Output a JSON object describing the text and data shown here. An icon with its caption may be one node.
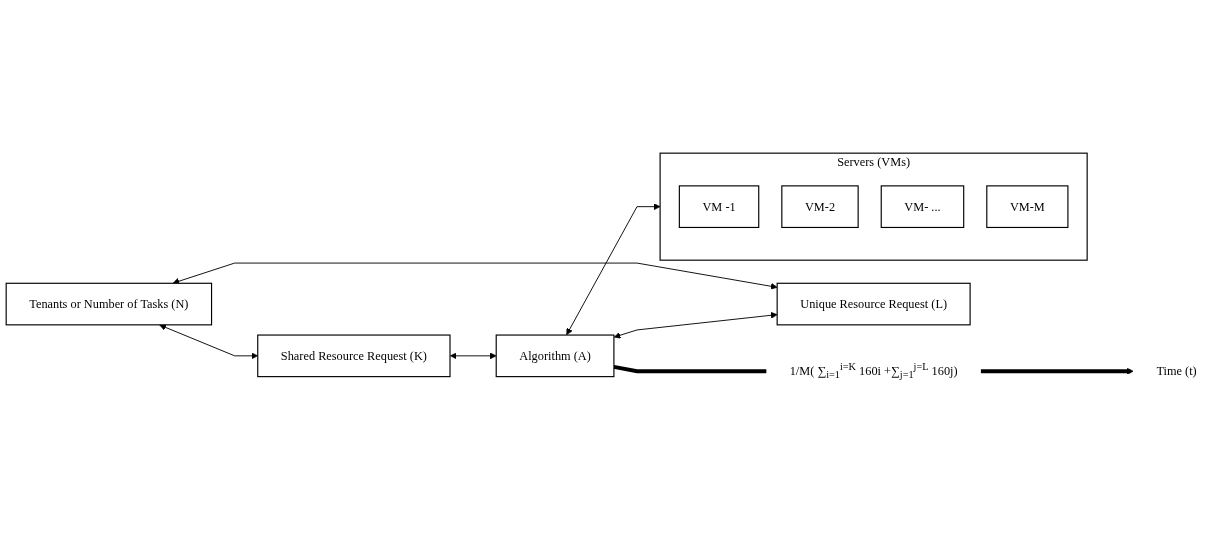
{
  "diagram": {
    "nodes": [
      {
        "text": [
          "Servers (VMs)"
        ]
      },
      {
        "text": [
          "VM -1"
        ],
        "in": 0
      },
      {
        "text": [
          "VM-2"
        ],
        "in": 0
      },
      {
        "text": [
          "VM- ..."
        ],
        "in": 0
      },
      {
        "text": [
          "VM-M"
        ],
        "in": 0
      },
      {
        "text": [
          "Shared Resource Request (K)"
        ]
      },
      {
        "text": [
          "Tenants or Number of Tasks (N)"
        ]
      },
      {
        "text": [
          "Algorithm (A)"
        ]
      },
      {
        "text": [
          "Unique Resource Request (L)"
        ]
      },
      {
        "text": [
          "1/M( ∑$_{i=1}$$^{i=K}$ 160i +∑$_{j=1}$$^{j=L}$ 160j)"
        ]
      },
      {
        "text": [
          "Time (t)"
        ]
      }
    ],
    "edges": [
      {
        "from": 6,
        "to": 5,
        "arrow": "both"
      },
      {
        "from": 5,
        "to": 7,
        "arrow": "both"
      },
      {
        "from": 6,
        "to": 8,
        "arrow": "both"
      },
      {
        "from": 7,
        "to": 8,
        "arrow": "both"
      },
      {
        "from": 7,
        "to": 0,
        "arrow": "both"
      },
      {
        "from": 7,
        "to": 9,
        "arrow": "none",
        "style": "thick"
      },
      {
        "from": 9,
        "to": 10,
        "arrow": "to",
        "style": "thick"
      }
    ]
  }
}
